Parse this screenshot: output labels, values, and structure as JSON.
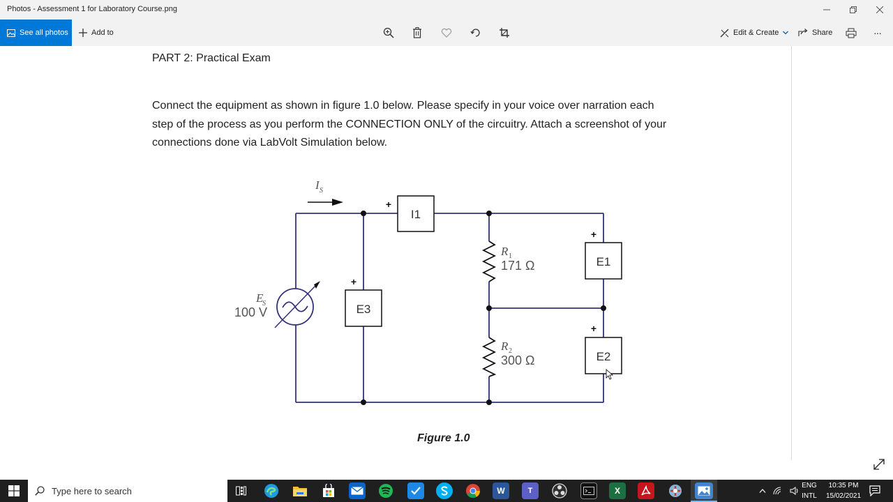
{
  "window": {
    "title": "Photos - Assessment 1 for Laboratory Course.png"
  },
  "toolbar": {
    "see_all_photos": "See all photos",
    "add_to": "Add to",
    "edit_create": "Edit & Create",
    "share": "Share",
    "more": "···"
  },
  "document": {
    "heading": "PART 2: Practical Exam",
    "paragraph_lines": [
      "Connect the equipment as shown in figure 1.0 below. Please specify in your voice over narration each",
      "step of the process as you perform the CONNECTION ONLY of the circuitry. Attach a screenshot of your",
      "connections done via LabVolt Simulation below."
    ],
    "figure_caption": "Figure 1.0",
    "circuit": {
      "current_label": "I",
      "current_sub": "S",
      "source_label": "E",
      "source_sub": "S",
      "source_value": "100 V",
      "meter_i1": "I1",
      "meter_e1": "E1",
      "meter_e2": "E2",
      "meter_e3": "E3",
      "r1_label": "R",
      "r1_sub": "1",
      "r1_value": "171 Ω",
      "r2_label": "R",
      "r2_sub": "2",
      "r2_value": "300 Ω",
      "plus": "+"
    }
  },
  "taskbar": {
    "search_placeholder": "Type here to search",
    "apps": [
      "Task View",
      "Edge",
      "File Explorer",
      "Store",
      "Mail",
      "Spotify",
      "Tasks",
      "Skype",
      "Chrome",
      "Word",
      "Teams",
      "OBS",
      "Terminal",
      "Excel",
      "Acrobat",
      "App",
      "Photos"
    ],
    "lang_top": "ENG",
    "lang_bottom": "INTL",
    "time": "10:35 PM",
    "date": "15/02/2021"
  }
}
